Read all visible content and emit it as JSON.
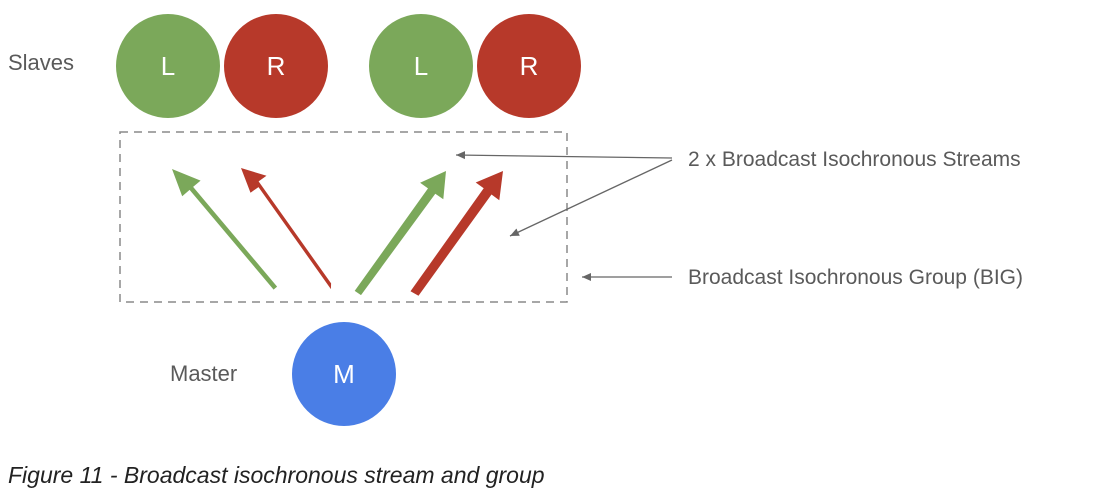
{
  "labels": {
    "slaves": "Slaves",
    "master": "Master"
  },
  "nodes": {
    "slave_1_left": {
      "label": "L",
      "color": "#7ba85a"
    },
    "slave_1_right": {
      "label": "R",
      "color": "#b7392a"
    },
    "slave_2_left": {
      "label": "L",
      "color": "#7ba85a"
    },
    "slave_2_right": {
      "label": "R",
      "color": "#b7392a"
    },
    "master": {
      "label": "M",
      "color": "#4a7ee6"
    }
  },
  "streams": [
    {
      "color": "#7ba85a"
    },
    {
      "color": "#b7392a"
    },
    {
      "color": "#7ba85a"
    },
    {
      "color": "#b7392a"
    }
  ],
  "annotations": {
    "streams": "2 x Broadcast Isochronous Streams",
    "group": "Broadcast Isochronous Group (BIG)"
  },
  "caption": "Figure 11 - Broadcast isochronous stream and group"
}
